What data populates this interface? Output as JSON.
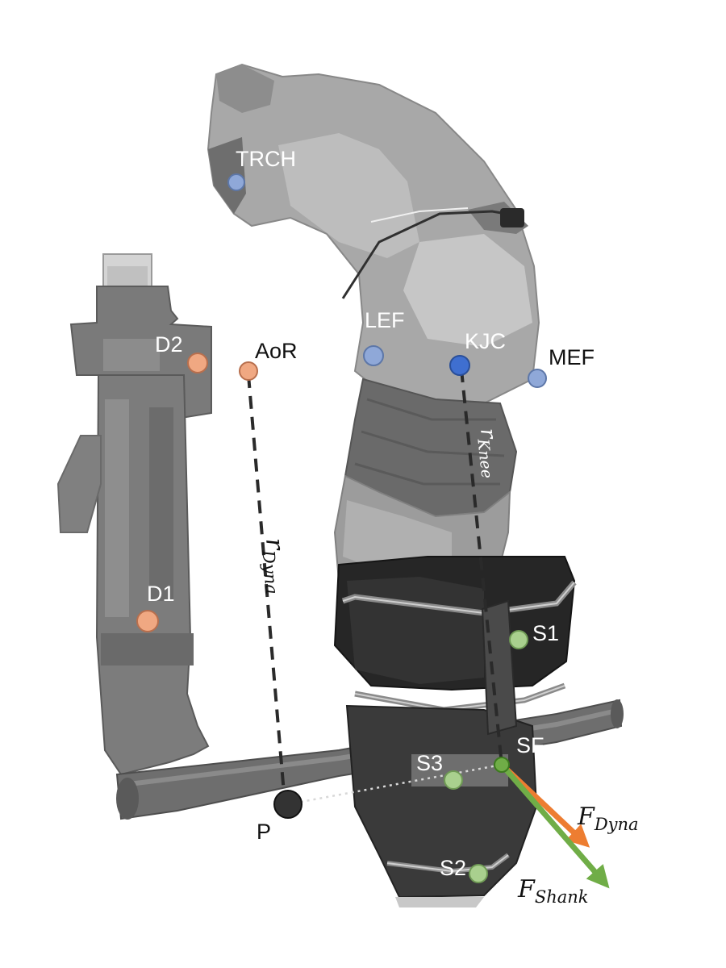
{
  "markers": {
    "trch": "TRCH",
    "d2": "D2",
    "aor": "AoR",
    "lef": "LEF",
    "kjc": "KJC",
    "mef": "MEF",
    "d1": "D1",
    "s1": "S1",
    "sf": "SF",
    "s3": "S3",
    "p": "P",
    "s2": "S2"
  },
  "moment_arms": {
    "dyna": {
      "symbol": "r",
      "subscript": "Dyna"
    },
    "knee": {
      "symbol": "r",
      "subscript": "Knee"
    }
  },
  "forces": {
    "dyna": {
      "symbol": "F",
      "subscript": "Dyna",
      "color": "#ED7D31"
    },
    "shank": {
      "symbol": "F",
      "subscript": "Shank",
      "color": "#70AD47"
    }
  },
  "colors": {
    "distal_marker": "#F0A882",
    "thigh_marker": "#8FA8D8",
    "knee_center": "#3F6FD0",
    "shank_marker": "#A9D08E",
    "pivot_point": "#333333"
  }
}
